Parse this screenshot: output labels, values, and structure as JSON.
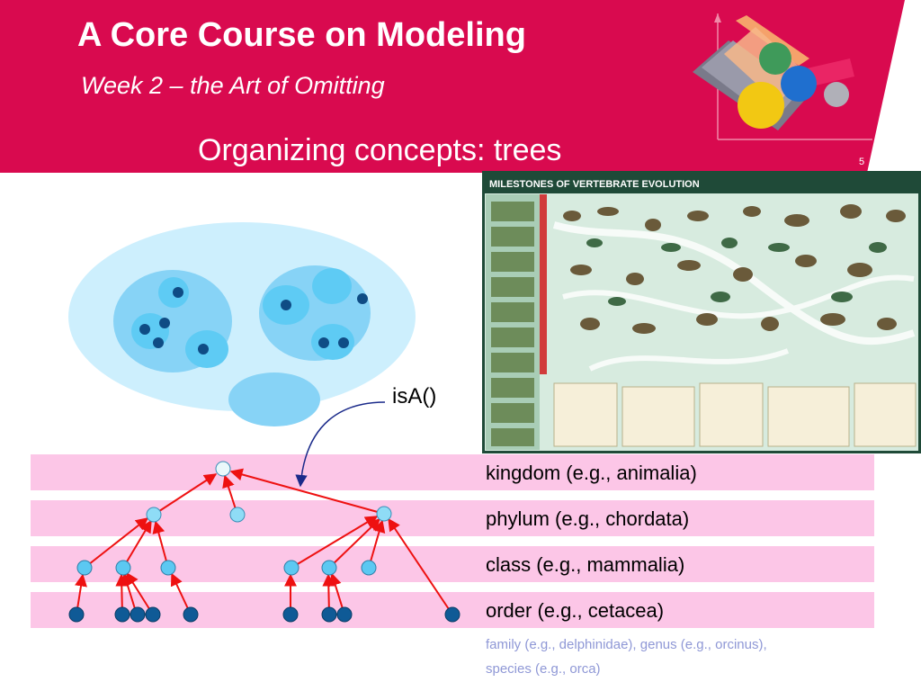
{
  "header": {
    "title": "A Core Course on Modeling",
    "subtitle": "Week 2 – the Art of Omitting",
    "slide_heading": "Organizing concepts: trees",
    "page_number": "5",
    "accent_color": "#d90a4f"
  },
  "poster": {
    "title": "MILESTONES OF VERTEBRATE EVOLUTION"
  },
  "diagram": {
    "relation_label": "isA()",
    "ranks": [
      "kingdom (e.g., animalia)",
      "phylum (e.g., chordata)",
      "class (e.g., mammalia)",
      "order (e.g., cetacea)"
    ],
    "footnote": [
      "family (e.g., delphinidae), genus (e.g., orcinus),",
      "species (e.g., orca)"
    ],
    "band_color": "#fcc6e7",
    "edge_color": "#ee1111"
  }
}
